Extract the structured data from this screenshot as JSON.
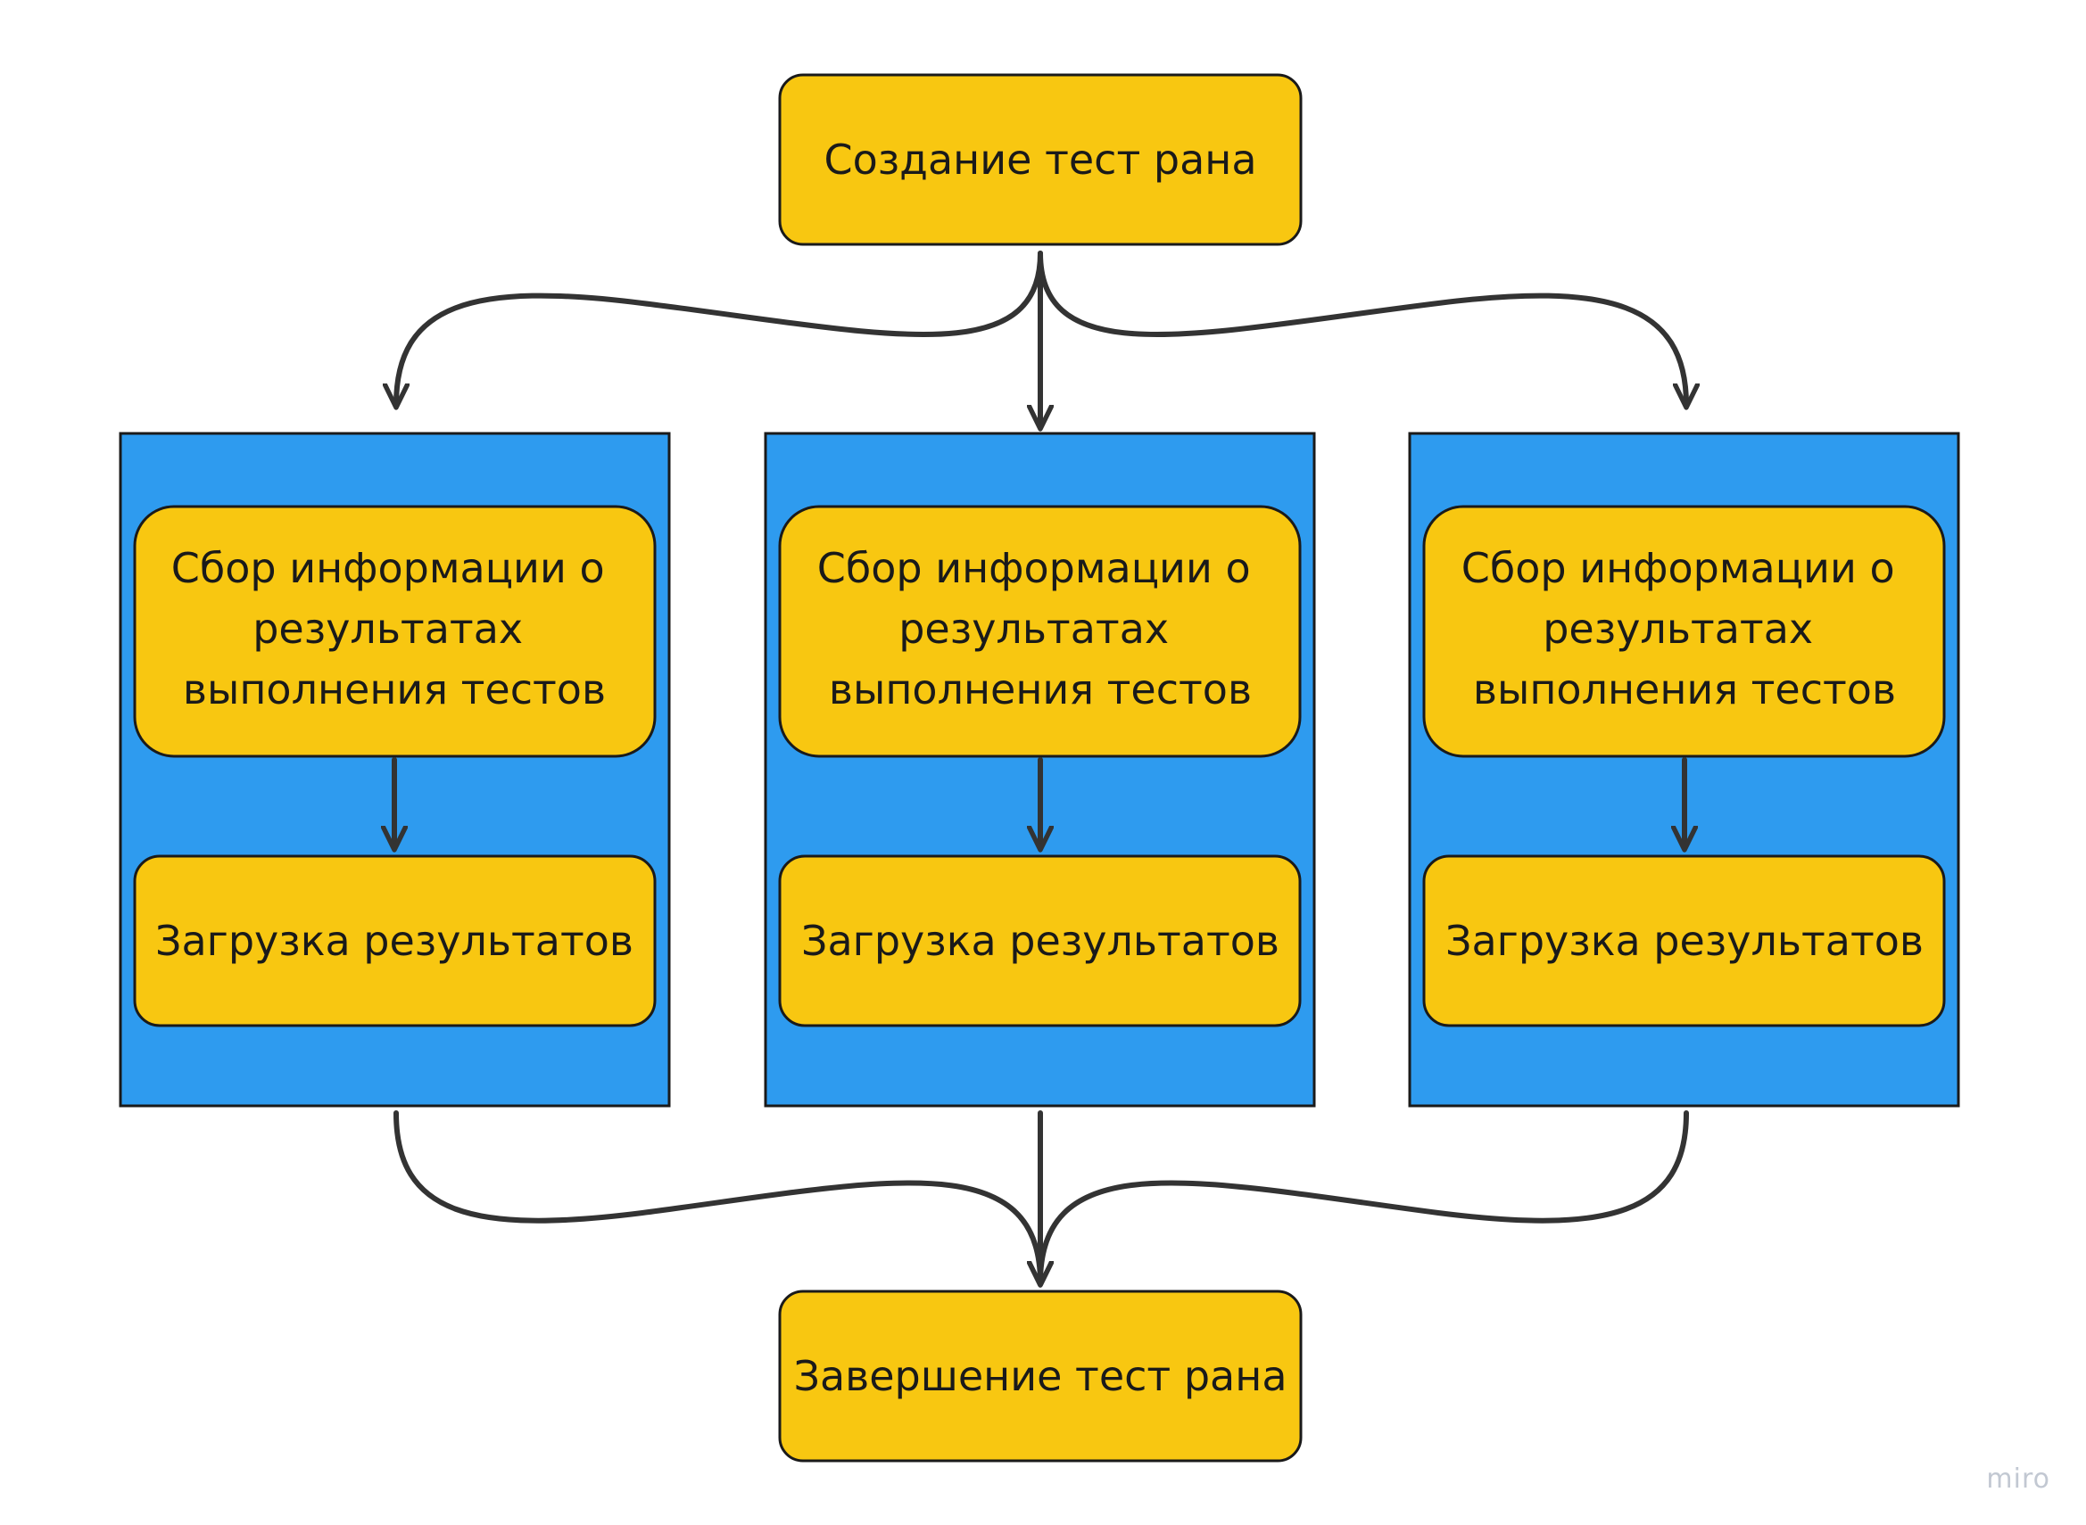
{
  "diagram": {
    "start": {
      "label": "Создание тест рана"
    },
    "parallel_groups": [
      {
        "collect": {
          "lines": [
            "Сбор информации о",
            "результатах",
            "выполнения тестов"
          ]
        },
        "upload": {
          "label": "Загрузка результатов"
        }
      },
      {
        "collect": {
          "lines": [
            "Сбор информации о",
            "результатах",
            "выполнения тестов"
          ]
        },
        "upload": {
          "label": "Загрузка результатов"
        }
      },
      {
        "collect": {
          "lines": [
            "Сбор информации о",
            "результатах",
            "выполнения тестов"
          ]
        },
        "upload": {
          "label": "Загрузка результатов"
        }
      }
    ],
    "end": {
      "label": "Завершение тест рана"
    }
  },
  "watermark": "miro",
  "colors": {
    "node_fill": "#F8C711",
    "group_fill": "#2E9BEF",
    "stroke": "#1a1a1a",
    "connector": "#333333",
    "watermark": "#c2c8d2"
  }
}
